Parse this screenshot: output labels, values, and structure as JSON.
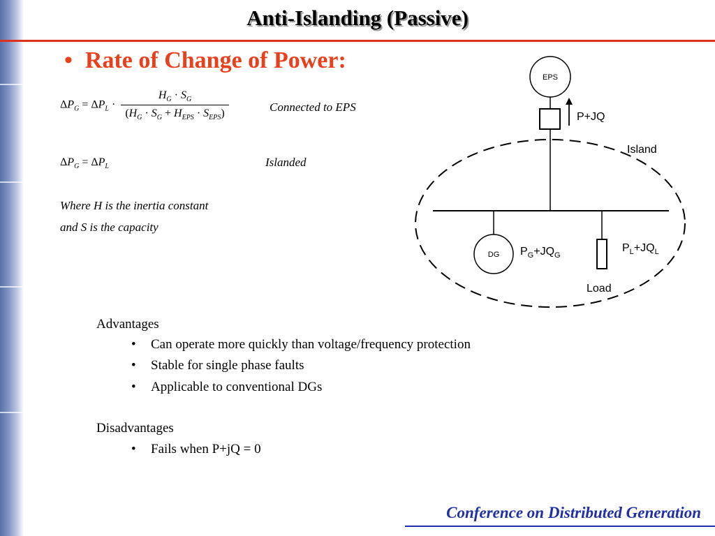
{
  "title": "Anti-Islanding (Passive)",
  "heading": {
    "bullet": "•",
    "text": "Rate of Change of Power:"
  },
  "equations": {
    "eq1_label": "Connected to EPS",
    "eq2_label": "Islanded"
  },
  "notes": {
    "line1": "Where H is the inertia constant",
    "line2": "and S is the capacity"
  },
  "advantages": {
    "heading": "Advantages",
    "items": [
      "Can operate more quickly than voltage/frequency protection",
      "Stable for single phase faults",
      "Applicable to conventional DGs"
    ]
  },
  "disadvantages": {
    "heading": "Disadvantages",
    "items": [
      "Fails when P+jQ = 0"
    ]
  },
  "diagram": {
    "eps_label": "EPS",
    "flow_label": "P+JQ",
    "island_label": "Island",
    "dg_label": "DG",
    "load_label": "Load"
  },
  "footer": "Conference on Distributed Generation",
  "colors": {
    "accent": "#e8401c",
    "rule": "#e03020",
    "footer": "#1f2fa8"
  }
}
